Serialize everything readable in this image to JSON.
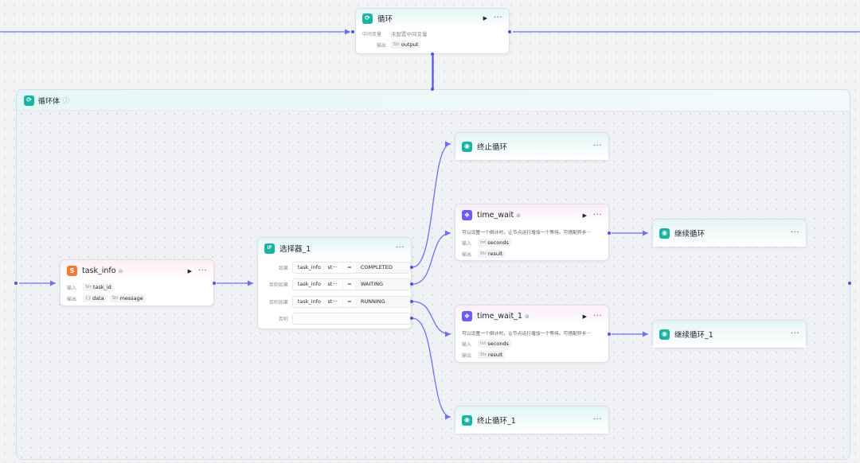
{
  "colors": {
    "edge": "#6b70ee",
    "port": "#4d53e8",
    "teal": "#17b3a3",
    "orange": "#f47734",
    "purple": "#6b5cf6"
  },
  "loop_node": {
    "title": "循环",
    "icon": "loop-icon",
    "rows": [
      {
        "label": "中间变量",
        "value": "未配置中间变量"
      },
      {
        "label": "输出",
        "type": "Str",
        "value": "output"
      }
    ]
  },
  "loop_body": {
    "title": "循环体",
    "icon": "loop-icon",
    "info_icon": "info-icon"
  },
  "task_info": {
    "title": "task_info",
    "icon": "code-icon",
    "icon_glyph": "S",
    "input_label": "输入",
    "inputs": [
      {
        "type": "Str",
        "name": "task_id"
      }
    ],
    "output_label": "输出",
    "outputs": [
      {
        "type": "{}",
        "name": "data"
      },
      {
        "type": "Str",
        "name": "message"
      }
    ]
  },
  "selector": {
    "title": "选择器_1",
    "icon": "selector-icon",
    "icon_glyph": "IF",
    "conditions": [
      {
        "label": "如果",
        "left": "task_info",
        "sub": "st···",
        "op": "=",
        "value": "COMPLETED"
      },
      {
        "label": "否则如果",
        "left": "task_info",
        "sub": "st···",
        "op": "=",
        "value": "WAITING"
      },
      {
        "label": "否则如果",
        "left": "task_info",
        "sub": "st···",
        "op": "=",
        "value": "RUNNING"
      },
      {
        "label": "否则",
        "left": "",
        "sub": "",
        "op": "",
        "value": ""
      }
    ]
  },
  "end_loop": {
    "title": "终止循环",
    "icon": "stop-loop-icon"
  },
  "end_loop_1": {
    "title": "终止循环_1",
    "icon": "stop-loop-icon"
  },
  "time_wait": {
    "title": "time_wait",
    "icon": "plugin-icon",
    "desc": "可以设置一个倒计时，让节点运行增加一个等待。可搭配异步···",
    "input_label": "输入",
    "input": {
      "type": "Int",
      "name": "seconds"
    },
    "output_label": "输出",
    "output": {
      "type": "Str",
      "name": "result"
    }
  },
  "time_wait_1": {
    "title": "time_wait_1",
    "icon": "plugin-icon",
    "desc": "可以设置一个倒计时，让节点运行增加一个等待。可搭配异步···",
    "input_label": "输入",
    "input": {
      "type": "Int",
      "name": "seconds"
    },
    "output_label": "输出",
    "output": {
      "type": "Str",
      "name": "result"
    }
  },
  "continue_loop": {
    "title": "继续循环",
    "icon": "continue-loop-icon"
  },
  "continue_loop_1": {
    "title": "继续循环_1",
    "icon": "continue-loop-icon"
  },
  "glyphs": {
    "play": "▶",
    "more": "···",
    "select": "⊜",
    "info": "ⓘ",
    "loop": "⟳",
    "stop": "◉",
    "plugin": "❖"
  }
}
